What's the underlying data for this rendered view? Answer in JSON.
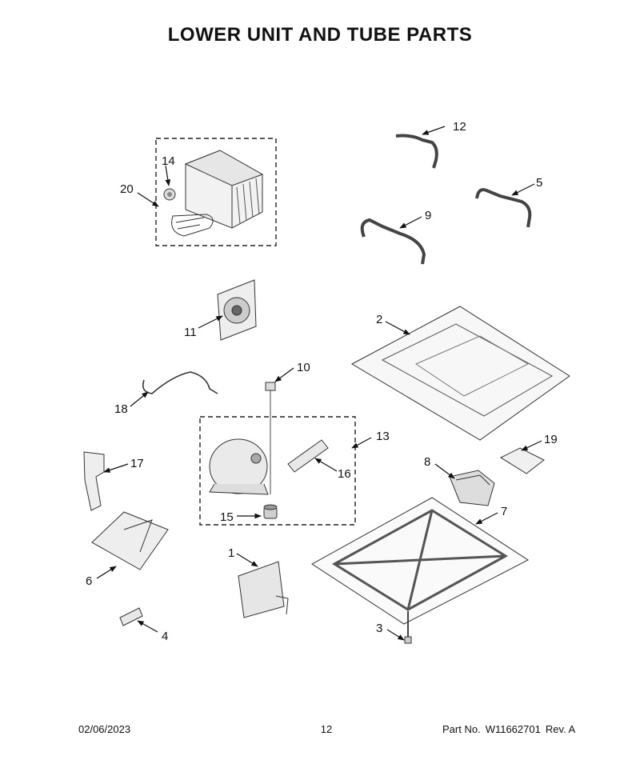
{
  "page": {
    "title": "LOWER UNIT AND TUBE PARTS"
  },
  "callouts": {
    "c1": "1",
    "c2": "2",
    "c3": "3",
    "c4": "4",
    "c5": "5",
    "c6": "6",
    "c7": "7",
    "c8": "8",
    "c9": "9",
    "c10": "10",
    "c11": "11",
    "c12": "12",
    "c13": "13",
    "c14": "14",
    "c15": "15",
    "c16": "16",
    "c17": "17",
    "c18": "18",
    "c19": "19",
    "c20": "20"
  },
  "footer": {
    "date": "02/06/2023",
    "page_number": "12",
    "part_no_label": "Part No.",
    "part_no": "W11662701",
    "rev": "Rev. A"
  }
}
